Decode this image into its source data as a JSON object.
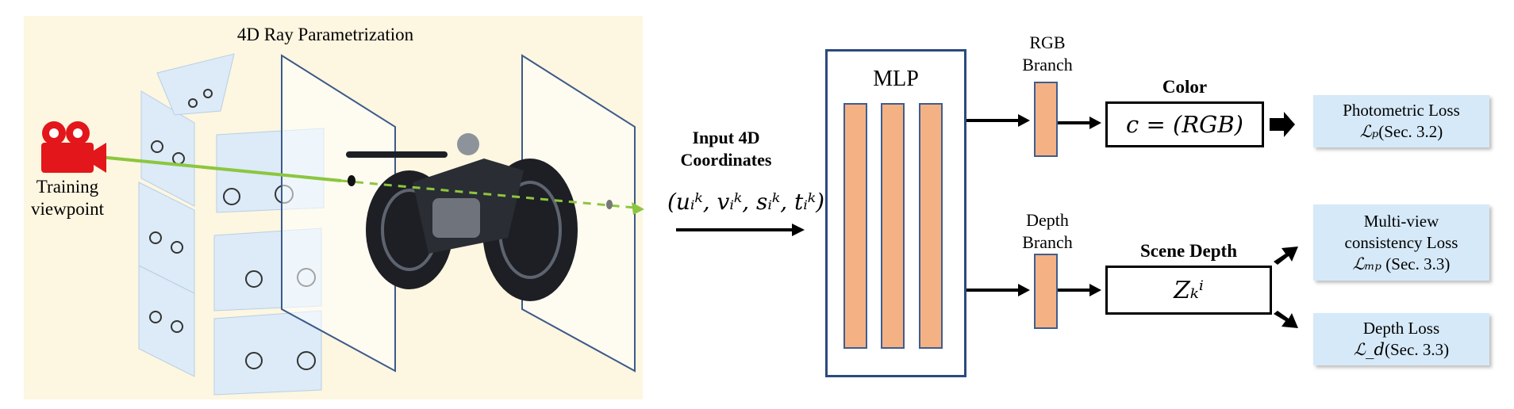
{
  "scene": {
    "title": "4D Ray Parametrization",
    "camera_label_line1": "Training",
    "camera_label_line2": "viewpoint",
    "camera_icon": "video-camera-icon"
  },
  "input": {
    "title_line1": "Input 4D",
    "title_line2": "Coordinates",
    "formula": "(uᵢᵏ, vᵢᵏ, sᵢᵏ, tᵢᵏ)"
  },
  "network": {
    "mlp_label": "MLP",
    "rgb_branch_line1": "RGB",
    "rgb_branch_line2": "Branch",
    "depth_branch_line1": "Depth",
    "depth_branch_line2": "Branch"
  },
  "outputs": {
    "color_title": "Color",
    "color_formula": "c = (RGB)",
    "depth_title": "Scene Depth",
    "depth_formula": "Zₖⁱ"
  },
  "losses": {
    "photometric_line1": "Photometric Loss",
    "photometric_sym": "ℒₚ",
    "photometric_ref": "(Sec. 3.2)",
    "multiview_line1": "Multi-view",
    "multiview_line2": "consistency  Loss",
    "multiview_sym": "ℒₘₚ",
    "multiview_ref": " (Sec. 3.3)",
    "depth_line1": "Depth Loss",
    "depth_sym": "ℒ_d",
    "depth_ref": "(Sec. 3.3)"
  },
  "colors": {
    "panel": "#fdf6e0",
    "mlp_border": "#2c4a7e",
    "bar_fill": "#f4b183",
    "loss_fill": "#d6e9f8",
    "ray": "#8cc63f",
    "camera": "#e3161b"
  }
}
